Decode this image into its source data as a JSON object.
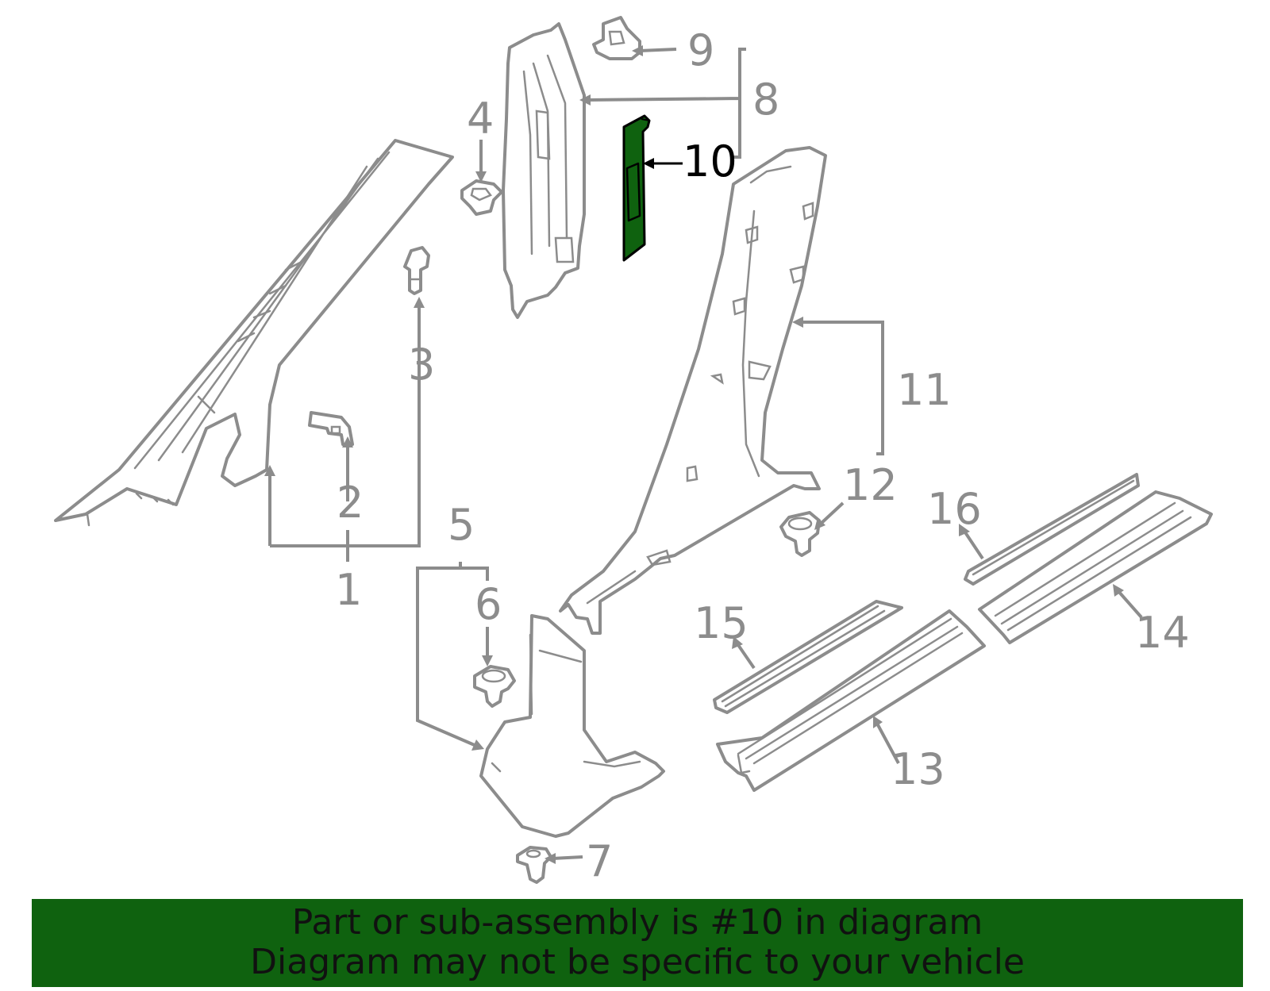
{
  "diagram": {
    "callouts": [
      "1",
      "2",
      "3",
      "4",
      "5",
      "6",
      "7",
      "8",
      "9",
      "10",
      "11",
      "12",
      "13",
      "14",
      "15",
      "16"
    ],
    "highlighted_part": "10",
    "highlight_color": "#0f620f",
    "line_color": "#8c8c8c"
  },
  "banner": {
    "line1": "Part or sub-assembly is #10 in diagram",
    "line2": "Diagram may not be specific to your vehicle",
    "background": "#0f620f"
  }
}
